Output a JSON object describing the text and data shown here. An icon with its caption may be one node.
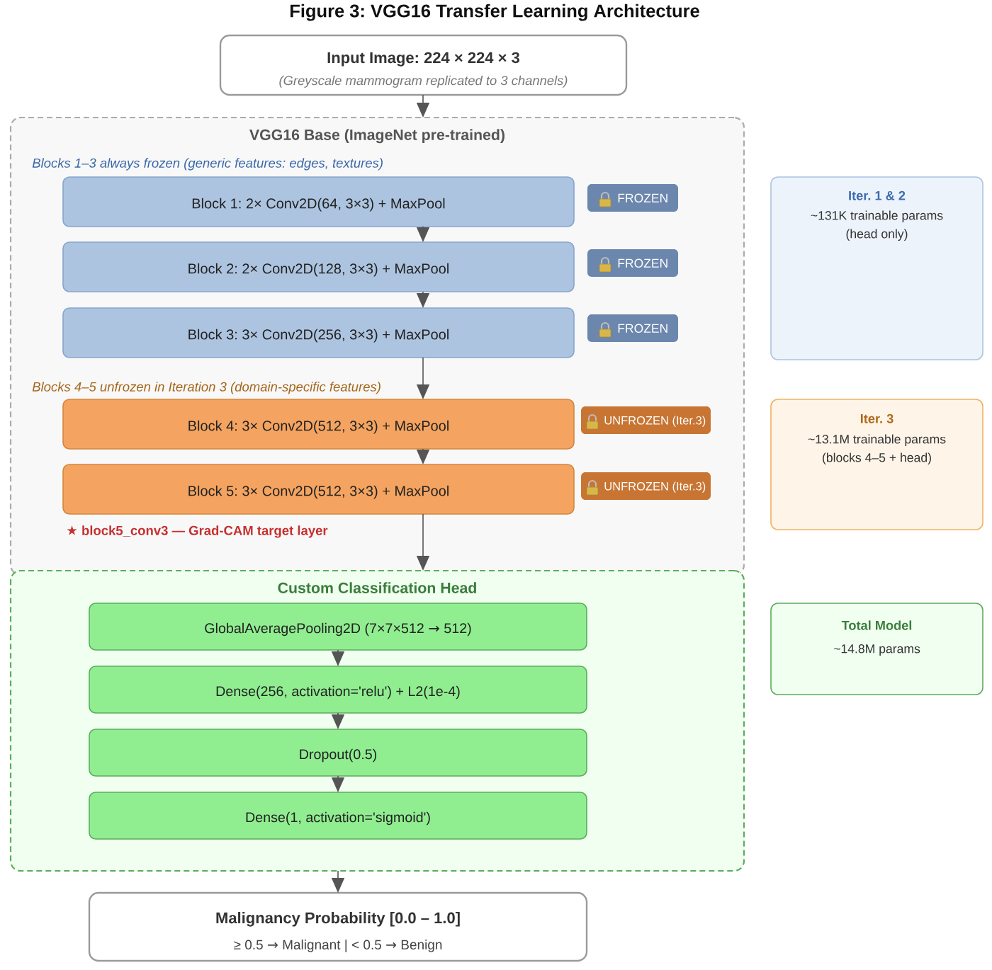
{
  "diagram": {
    "title": "Figure 3: VGG16 Transfer Learning Architecture",
    "nodes": [
      {
        "text": [
          "Input Image: 224 × 224 × 3",
          "(Greyscale mammogram replicated to 3 channels)"
        ]
      },
      {
        "text": [
          "VGG16 Base (ImageNet pre-trained)"
        ]
      },
      {
        "text": [
          "Block 1: 2× Conv2D(64, 3×3) + MaxPool"
        ],
        "in": 1
      },
      {
        "text": [
          "FROZEN"
        ],
        "in": 1
      },
      {
        "text": [
          "Block 2: 2× Conv2D(128, 3×3) + MaxPool"
        ],
        "in": 1
      },
      {
        "text": [
          "FROZEN"
        ],
        "in": 1
      },
      {
        "text": [
          "Block 3: 3× Conv2D(256, 3×3) + MaxPool"
        ],
        "in": 1
      },
      {
        "text": [
          "FROZEN"
        ],
        "in": 1
      },
      {
        "text": [
          "Block 4: 3× Conv2D(512, 3×3) + MaxPool"
        ],
        "in": 1
      },
      {
        "text": [
          "UNFROZEN (Iter.3)"
        ],
        "in": 1
      },
      {
        "text": [
          "Block 5: 3× Conv2D(512, 3×3) + MaxPool"
        ],
        "in": 1,
        "beside": [
          "★ block5_conv3 — Grad-CAM target layer"
        ]
      },
      {
        "text": [
          "UNFROZEN (Iter.3)"
        ],
        "in": 1
      },
      {
        "text": [
          "Custom Classification Head"
        ]
      },
      {
        "text": [
          "GlobalAveragePooling2D (7×7×512 → 512)"
        ],
        "in": 12
      },
      {
        "text": [
          "Dense(256, activation='relu') + L2(1e-4)"
        ],
        "in": 12
      },
      {
        "text": [
          "Dropout(0.5)"
        ],
        "in": 12
      },
      {
        "text": [
          "Dense(1, activation='sigmoid')"
        ],
        "in": 12
      },
      {
        "text": [
          "Malignancy Probability [0.0 – 1.0]",
          "≥ 0.5 → Malignant | < 0.5 → Benign"
        ]
      },
      {
        "text": [
          "Iter. 1 & 2",
          "~131K trainable params",
          "(head only)"
        ]
      },
      {
        "text": [
          "Iter. 3",
          "~13.1M trainable params",
          "(blocks 4–5 + head)"
        ]
      },
      {
        "text": [
          "Total Model",
          "~14.8M params"
        ]
      }
    ],
    "edges": [
      {
        "from": 0,
        "to": 1,
        "arrow": "to"
      },
      {
        "from": 2,
        "to": 4,
        "arrow": "to"
      },
      {
        "from": 4,
        "to": 6,
        "arrow": "to"
      },
      {
        "from": 6,
        "to": 8,
        "arrow": "to"
      },
      {
        "from": 8,
        "to": 10,
        "arrow": "to"
      },
      {
        "from": 10,
        "to": 12,
        "arrow": "to"
      },
      {
        "from": 13,
        "to": 14,
        "arrow": "to"
      },
      {
        "from": 14,
        "to": 15,
        "arrow": "to"
      },
      {
        "from": 15,
        "to": 16,
        "arrow": "to"
      },
      {
        "from": 12,
        "to": 17,
        "arrow": "to"
      }
    ],
    "labels": [
      "Blocks 1–3 always frozen (generic features: edges, textures)",
      "Blocks 4–5 unfrozen in Iteration 3 (domain-specific features)"
    ]
  }
}
